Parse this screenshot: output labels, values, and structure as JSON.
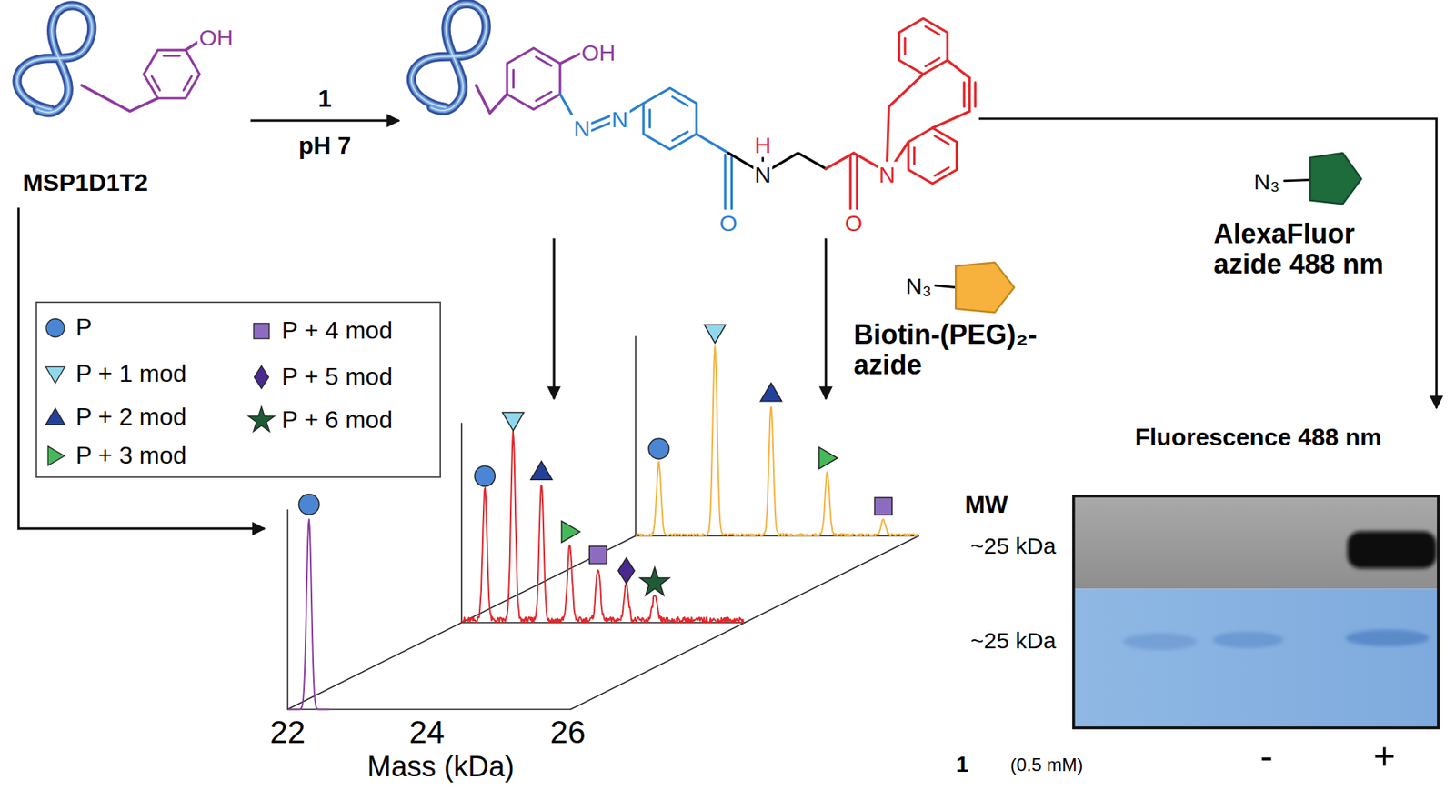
{
  "diagram": {
    "nodes": [
      {
        "text": [
          "OH",
          "MSP1D1T2"
        ]
      },
      {
        "text": [
          "OH",
          "N",
          "N",
          "O",
          "H",
          "N",
          "O",
          "N"
        ]
      },
      {
        "text": [
          "N₃",
          "AlexaFluor azide 488 nm"
        ]
      },
      {
        "text": [
          "N₃",
          "Biotin-(PEG)₂- azide"
        ]
      },
      {
        "text": [
          "22",
          "24",
          "26",
          "Mass (kDa)"
        ]
      },
      {
        "text": [
          "Fluorescence 488 nm",
          "MW",
          "~25 kDa",
          "~25 kDa",
          "1",
          "(0.5 mM)",
          "-",
          "+"
        ]
      }
    ],
    "edges": [
      {
        "from": 0,
        "to": 1,
        "arrow": "to",
        "label": "1"
      },
      {
        "from": 0,
        "to": 4,
        "arrow": "to"
      },
      {
        "from": 1,
        "to": 4,
        "arrow": "to"
      },
      {
        "from": 1,
        "to": 4,
        "arrow": "to"
      },
      {
        "from": 1,
        "to": 5,
        "arrow": "to"
      }
    ],
    "labels": [
      "pH 7"
    ],
    "legend": [
      {
        "text": "P"
      },
      {
        "text": "P + 1 mod"
      },
      {
        "text": "P + 2 mod"
      },
      {
        "text": "P + 3 mod"
      },
      {
        "text": "P + 4 mod"
      },
      {
        "text": "P + 5 mod"
      },
      {
        "text": "P + 6 mod"
      }
    ]
  }
}
